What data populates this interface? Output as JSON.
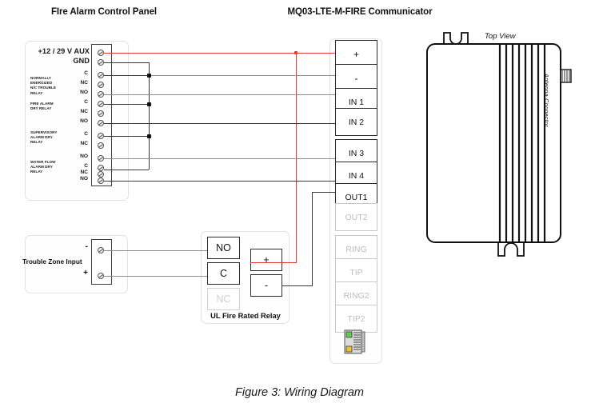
{
  "figure": {
    "caption": "Figure 3: Wiring Diagram"
  },
  "titles": {
    "fire_alarm_panel": "FIre Alarm Control Panel",
    "communicator": "MQ03-LTE-M-FIRE Communicator"
  },
  "fire_alarm_panel": {
    "power_terminals": [
      {
        "label": "+12 / 29 V AUX"
      },
      {
        "label": "GND"
      }
    ],
    "relay_groups": [
      {
        "name": "NORMALLY ENERGIZED N/C TROUBLE RELAY",
        "name_lines": [
          "NORMALLY",
          "ENERGIZED",
          "N/C TROUBLE",
          "RELAY"
        ],
        "pins": [
          "C",
          "NC",
          "NO"
        ]
      },
      {
        "name": "FIRE ALARM DRY RELAY",
        "name_lines": [
          "FIRE ALARM",
          "DRY RELAY"
        ],
        "pins": [
          "C",
          "NC",
          "NO"
        ]
      },
      {
        "name": "SUPERVISORY ALARM DRY RELAY",
        "name_lines": [
          "SUPERVISORY",
          "ALARM DRY",
          "RELAY"
        ],
        "pins": [
          "C",
          "NC",
          "NO"
        ]
      },
      {
        "name": "WATER FLOW ALARM DRY RELAY",
        "name_lines": [
          "WATER FLOW",
          "ALARM DRY",
          "RELAY"
        ],
        "pins": [
          "C",
          "NC",
          "NO"
        ]
      }
    ]
  },
  "trouble_zone": {
    "name": "Trouble Zone Input",
    "terminals": [
      {
        "label": "-"
      },
      {
        "label": "+"
      }
    ]
  },
  "ul_relay": {
    "name": "UL Fire Rated Relay",
    "contacts": [
      {
        "label": "NO",
        "enabled": true
      },
      {
        "label": "C",
        "enabled": true
      },
      {
        "label": "NC",
        "enabled": false
      }
    ],
    "coil": [
      {
        "label": "+",
        "enabled": true
      },
      {
        "label": "-",
        "enabled": true
      }
    ]
  },
  "communicator": {
    "terminals_group_1": [
      {
        "label": "+",
        "enabled": true
      },
      {
        "label": "-",
        "enabled": true
      },
      {
        "label": "IN 1",
        "enabled": true
      },
      {
        "label": "IN 2",
        "enabled": true
      }
    ],
    "terminals_group_2": [
      {
        "label": "IN 3",
        "enabled": true
      },
      {
        "label": "IN 4",
        "enabled": true
      },
      {
        "label": "OUT1",
        "enabled": true
      },
      {
        "label": "OUT2",
        "enabled": false
      }
    ],
    "terminals_group_3": [
      {
        "label": "RING",
        "enabled": false
      },
      {
        "label": "TIP",
        "enabled": false
      },
      {
        "label": "RING2",
        "enabled": false
      },
      {
        "label": "TIP2",
        "enabled": false
      }
    ],
    "ethernet_port": "rj45-icon"
  },
  "device_illustration": {
    "view_label": "Top View",
    "antenna_label": "Antenna Connector"
  },
  "colors": {
    "power_wire": "#e23b3b",
    "signal_wire_gray": "#8d8d8d",
    "signal_wire_dark": "#3a3a3a",
    "outline": "#2b2b2b",
    "disabled": "#c9c9c9",
    "enclosure_border": "#e2e2e2"
  }
}
